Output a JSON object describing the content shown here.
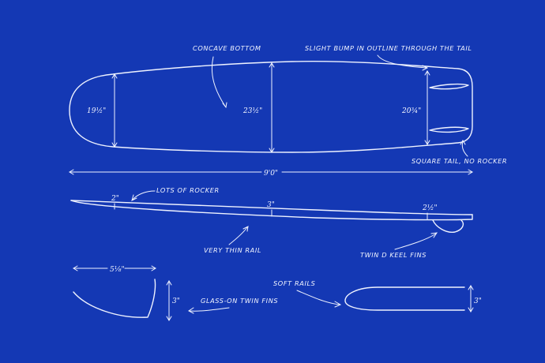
{
  "colors": {
    "background": "#1438b4",
    "ink": "#eef2ff"
  },
  "labels": {
    "concave_bottom": "CONCAVE BOTTOM",
    "slight_bump": "SLIGHT BUMP IN OUTLINE THROUGH THE TAIL",
    "square_tail": "SQUARE TAIL, NO ROCKER",
    "lots_of_rocker": "LOTS OF ROCKER",
    "very_thin_rail": "VERY THIN RAIL",
    "twin_keel_fins": "TWIN D KEEL FINS",
    "glass_on_fins": "GLASS-ON TWIN FINS",
    "soft_rails": "SOFT RAILS"
  },
  "dimensions": {
    "nose_width": "19½\"",
    "wide_point": "23½\"",
    "tail_width": "20¾\"",
    "length": "9'0\"",
    "nose_rocker": "2\"",
    "center_thickness": "3\"",
    "tail_thickness": "2½\"",
    "fin_base": "5⅛\"",
    "fin_height": "3\"",
    "rail_height": "3\""
  }
}
